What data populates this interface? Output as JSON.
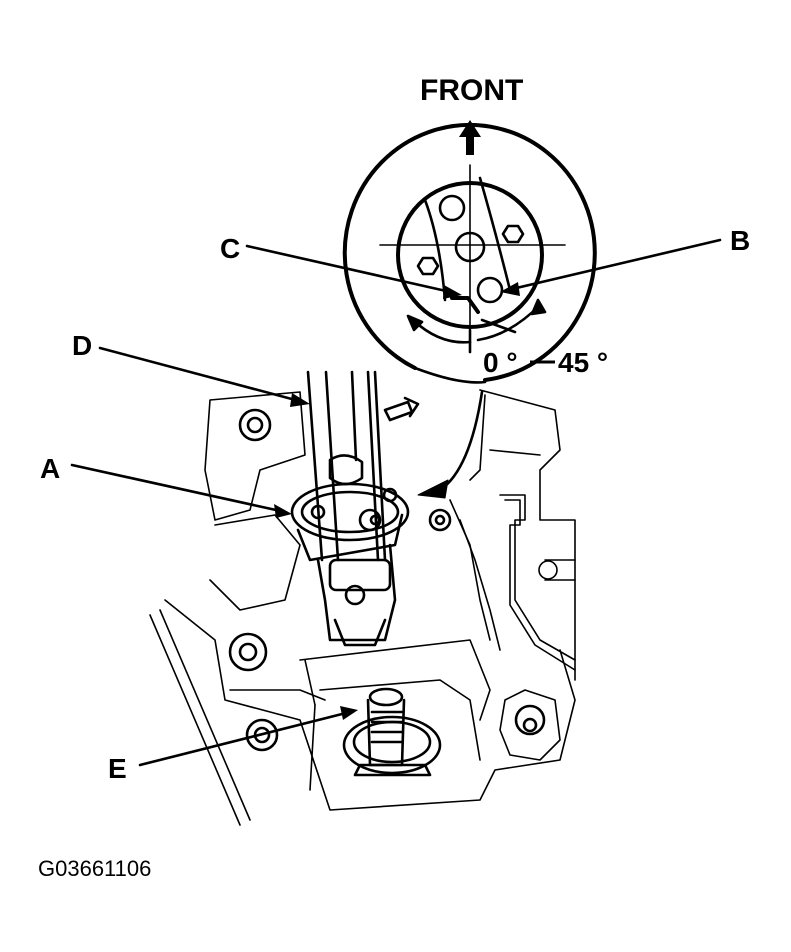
{
  "labels": {
    "front": "FRONT",
    "a": "A",
    "b": "B",
    "c": "C",
    "d": "D",
    "e": "E",
    "angle_start": "0 °",
    "angle_end": "45 °"
  },
  "figure_code": "G03661106"
}
